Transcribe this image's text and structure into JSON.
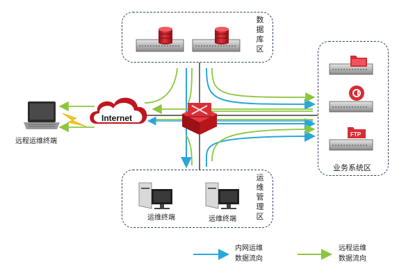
{
  "zones": {
    "database": {
      "label_chars": [
        "数",
        "据",
        "库",
        "区"
      ]
    },
    "ops": {
      "label_chars": [
        "运",
        "维",
        "管",
        "理",
        "区"
      ]
    },
    "business": {
      "label": "业务系统区"
    }
  },
  "cloud": {
    "label": "Internet"
  },
  "laptop": {
    "label": "远程运维终端"
  },
  "terminals": [
    {
      "label": "运维终端"
    },
    {
      "label": "运维终端"
    }
  ],
  "business_icons": [
    {
      "name": "folder-icon"
    },
    {
      "name": "mail-icon"
    },
    {
      "name": "ftp-icon",
      "text": "FTP"
    }
  ],
  "legend": {
    "internal": {
      "line1": "内网运维",
      "line2": "数据流向",
      "color": "#2aa6d9"
    },
    "remote": {
      "line1": "远程运维",
      "line2": "数据流向",
      "color": "#8cc63f"
    }
  },
  "colors": {
    "zone_border": "#2f3e5c",
    "db_red": "#c8202a",
    "hub_red": "#d02830",
    "lightning": "#f5c518"
  }
}
